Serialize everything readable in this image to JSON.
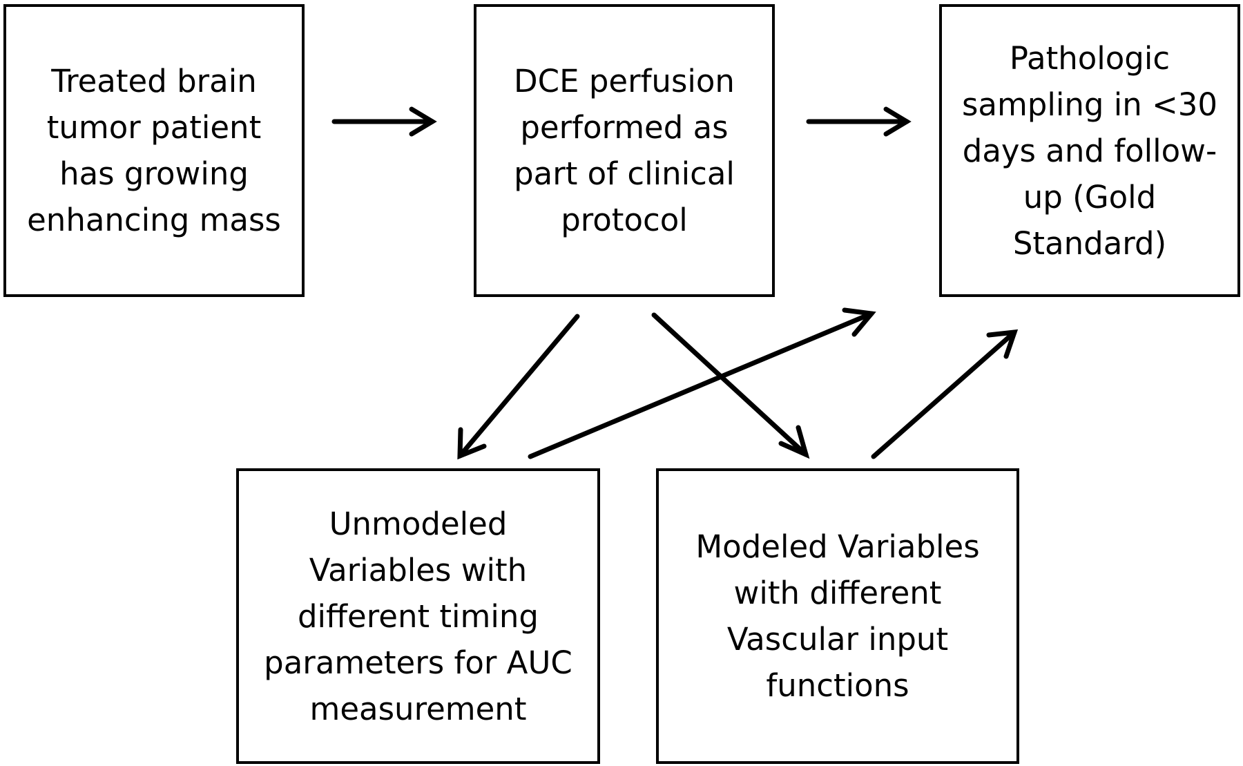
{
  "boxes": {
    "treated": "Treated brain\ntumor patient\nhas growing\nenhancing mass",
    "dce": "DCE perfusion\nperformed as\npart of clinical\nprotocol",
    "pathologic": "Pathologic\nsampling in <30\ndays and follow-\nup (Gold\nStandard)",
    "unmodeled": "Unmodeled\nVariables with\ndifferent timing\nparameters for AUC\nmeasurement",
    "modeled": "Modeled Variables\nwith different\nVascular input\nfunctions"
  },
  "colors": {
    "line": "#000000",
    "background": "#ffffff"
  }
}
